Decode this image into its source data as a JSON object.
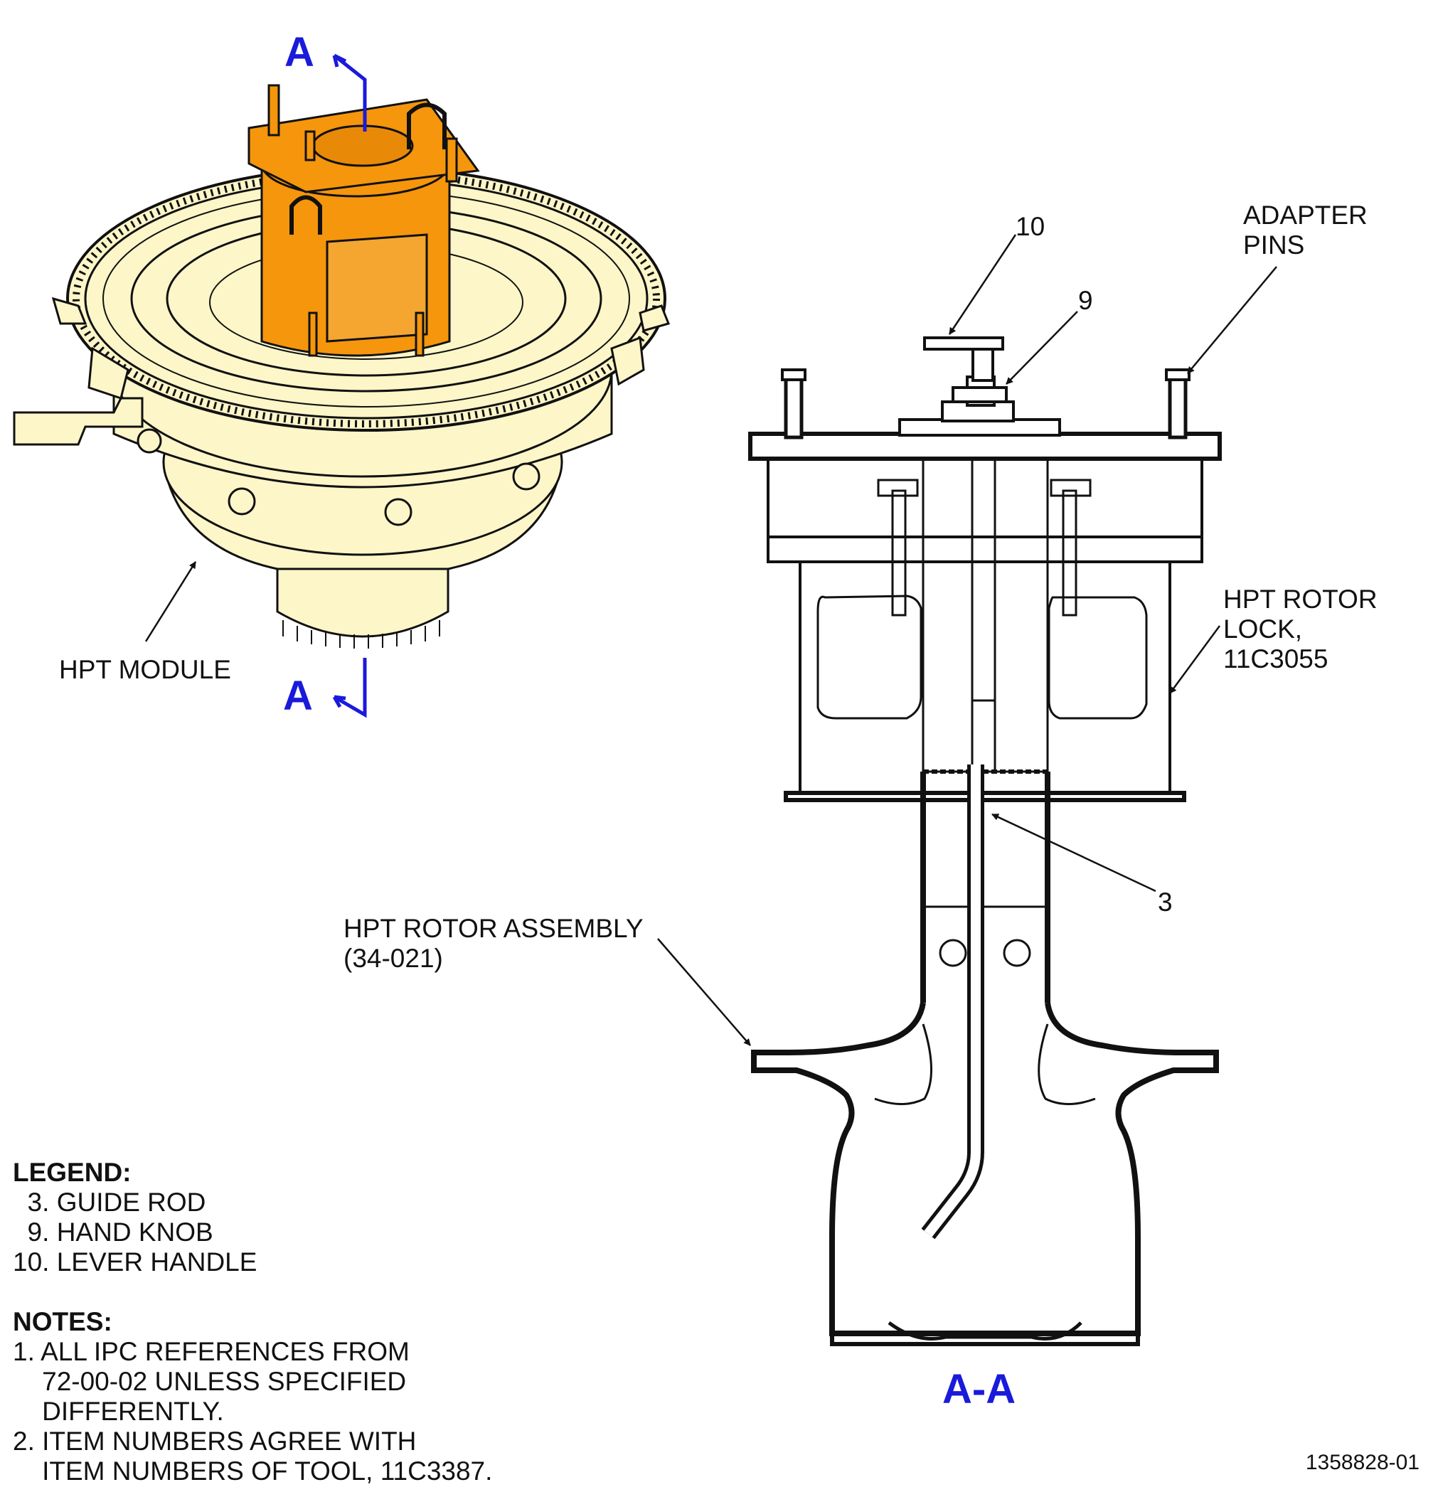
{
  "colors": {
    "tool": "#f5960c",
    "module": "#fdf6c8",
    "section_marker": "#1a1adb",
    "line": "#111111"
  },
  "section_markers": {
    "top": "A",
    "bottom": "A",
    "view_title": "A-A"
  },
  "callouts": {
    "hpt_module": "HPT MODULE",
    "item_10": "10",
    "item_9": "9",
    "adapter_pins": [
      "ADAPTER",
      "PINS"
    ],
    "hpt_rotor_lock": [
      "HPT ROTOR",
      "LOCK,",
      "11C3055"
    ],
    "item_3": "3",
    "hpt_rotor_assembly": [
      "HPT ROTOR ASSEMBLY",
      "(34-021)"
    ]
  },
  "legend": {
    "title": "LEGEND:",
    "items": [
      "  3. GUIDE ROD",
      "  9. HAND KNOB",
      "10. LEVER HANDLE"
    ]
  },
  "notes": {
    "title": "NOTES:",
    "lines": [
      "1. ALL IPC REFERENCES FROM",
      "    72-00-02 UNLESS SPECIFIED",
      "    DIFFERENTLY.",
      "2. ITEM NUMBERS AGREE WITH",
      "    ITEM NUMBERS OF TOOL, 11C3387."
    ]
  },
  "figure_id": "1358828-01"
}
